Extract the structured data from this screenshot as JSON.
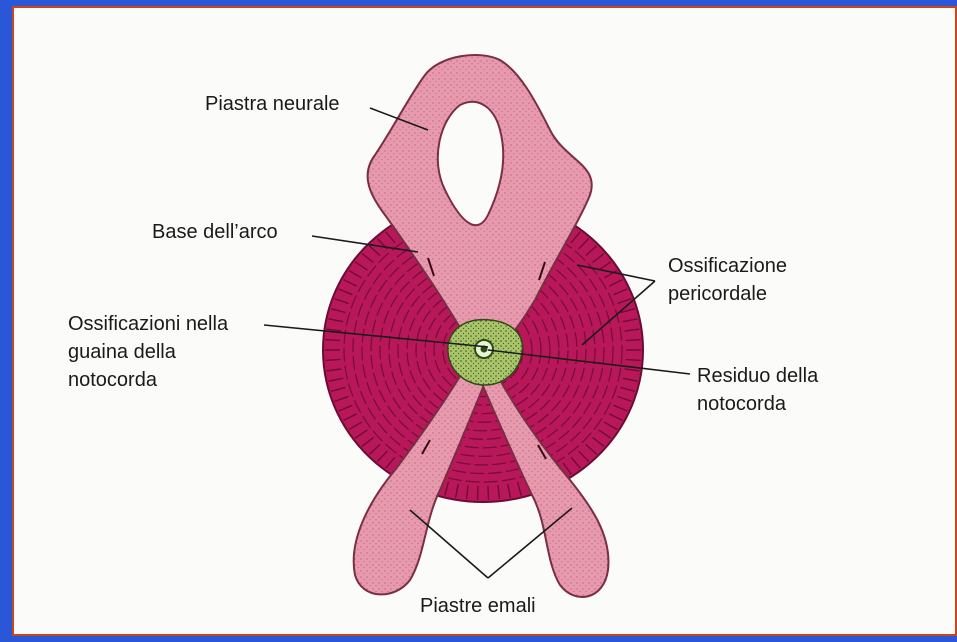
{
  "labels": {
    "neural_plate": "Piastra neurale",
    "arch_base": "Base dell’arco",
    "sheath_ossification_line1": "Ossificazioni nella",
    "sheath_ossification_line2": "guaina della",
    "sheath_ossification_line3": "notocorda",
    "pericordal_line1": "Ossificazione",
    "pericordal_line2": "pericordale",
    "notochord_residue_line1": "Residuo della",
    "notochord_residue_line2": "notocorda",
    "hemal_plates": "Piastre emali"
  },
  "colors": {
    "background_frame": "#2a56d8",
    "border": "#c8461e",
    "panel": "#fbfbfa",
    "vertebral_body": "#b8185a",
    "plates": "#e79aae",
    "notochord_sheath": "#a9c46a"
  }
}
